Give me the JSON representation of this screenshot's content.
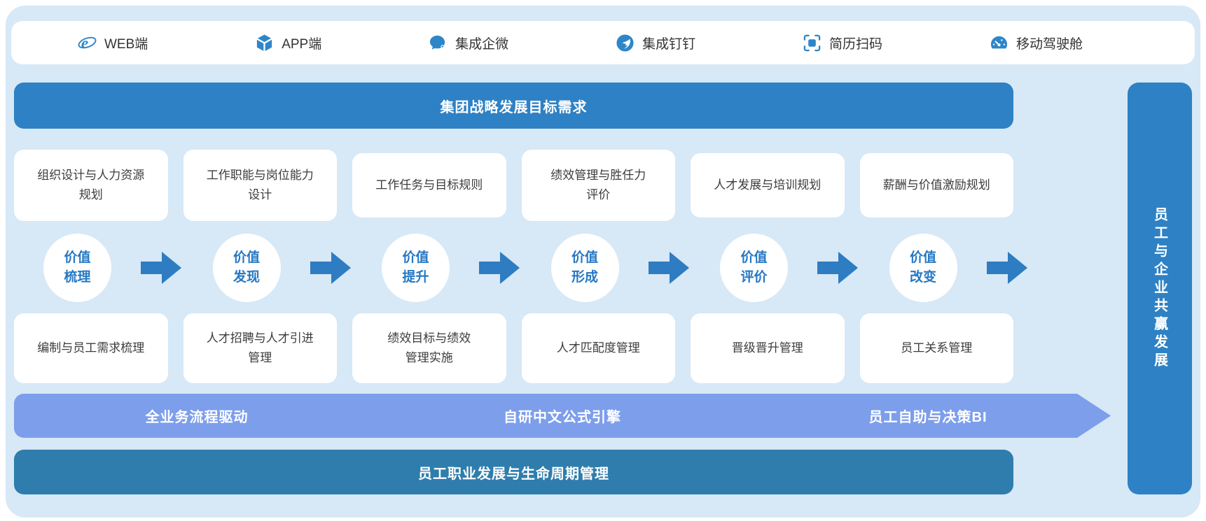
{
  "colors": {
    "primary_blue": "#2e81c4",
    "deep_blue": "#2f7dac",
    "periwinkle": "#7d9eeb",
    "light_background": "#d7e8f6",
    "icon_blue": "#2e86c8",
    "flow_text_blue": "#2678c3",
    "card_text": "#3c3c3c"
  },
  "header": {
    "items": [
      {
        "label": "WEB端",
        "icon": "ie-browser-icon"
      },
      {
        "label": "APP端",
        "icon": "app-cube-icon"
      },
      {
        "label": "集成企微",
        "icon": "wecom-chat-icon"
      },
      {
        "label": "集成钉钉",
        "icon": "dingtalk-icon"
      },
      {
        "label": "简历扫码",
        "icon": "resume-scan-icon"
      },
      {
        "label": "移动驾驶舱",
        "icon": "mobile-dashboard-icon"
      }
    ]
  },
  "strategy_banner": {
    "label": "集团战略发展目标需求"
  },
  "plan_cards": [
    {
      "text": "组织设计与人力资源\n规划"
    },
    {
      "text": "工作职能与岗位能力\n设计"
    },
    {
      "text": "工作任务与目标规则"
    },
    {
      "text": "绩效管理与胜任力\n评价"
    },
    {
      "text": "人才发展与培训规划"
    },
    {
      "text": "薪酬与价值激励规划"
    }
  ],
  "value_flow": {
    "steps": [
      {
        "label": "价值\n梳理"
      },
      {
        "label": "价值\n发现"
      },
      {
        "label": "价值\n提升"
      },
      {
        "label": "价值\n形成"
      },
      {
        "label": "价值\n评价"
      },
      {
        "label": "价值\n改变"
      }
    ]
  },
  "exec_cards": [
    {
      "text": "编制与员工需求梳理"
    },
    {
      "text": "人才招聘与人才引进\n管理"
    },
    {
      "text": "绩效目标与绩效\n管理实施"
    },
    {
      "text": "人才匹配度管理"
    },
    {
      "text": "晋级晋升管理"
    },
    {
      "text": "员工关系管理"
    }
  ],
  "engine_banner": {
    "items": [
      {
        "label": "全业务流程驱动"
      },
      {
        "label": "自研中文公式引擎"
      },
      {
        "label": "员工自助与决策BI"
      }
    ]
  },
  "lifecycle_banner": {
    "label": "员工职业发展与生命周期管理"
  },
  "side_bar": {
    "label": "员工与企业共赢发展"
  }
}
